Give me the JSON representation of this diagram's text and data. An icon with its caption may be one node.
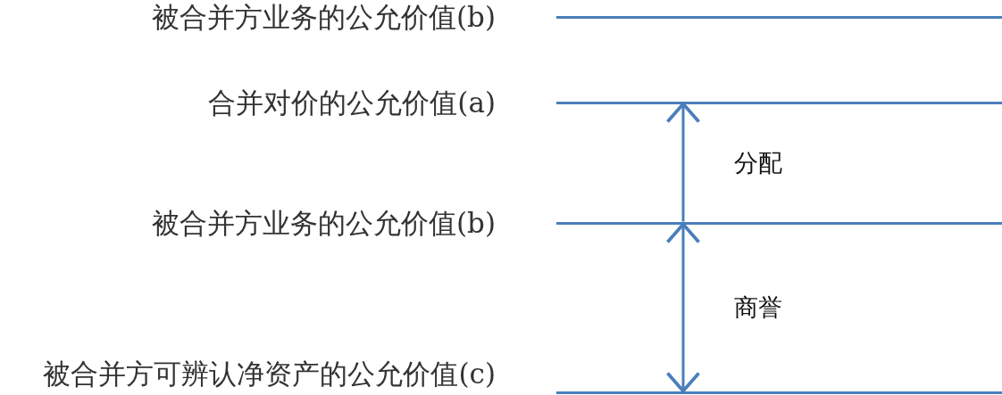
{
  "diagram": {
    "nodes": [
      {
        "text": [
          "被合并方业务的公允价值(b)"
        ]
      },
      {
        "text": [
          "合并对价的公允价值(a)"
        ]
      },
      {
        "text": [
          "被合并方业务的公允价值(b)"
        ]
      },
      {
        "text": [
          "被合并方可辨认净资产的公允价值(c)"
        ]
      }
    ],
    "edges": [
      {
        "from": 2,
        "to": 1,
        "arrow": "to",
        "label": "分配"
      },
      {
        "from": 3,
        "to": 2,
        "arrow": "both",
        "label": "商誉"
      }
    ]
  }
}
